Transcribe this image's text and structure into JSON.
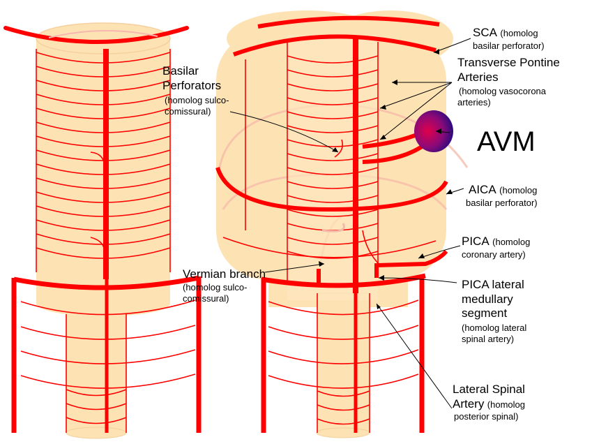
{
  "labels": {
    "basilar": {
      "main_line1": "Basilar",
      "main_line2": "Perforators",
      "sub_line1": "(homolog sulco-",
      "sub_line2": "comissural)"
    },
    "sca": {
      "main": "SCA",
      "sub_inline": "(homolog",
      "sub_line2": "basilar perforator)"
    },
    "transverse": {
      "line1": "Transverse Pontine",
      "line2": "Arteries",
      "sub_line1": "(homolog vasocorona",
      "sub_line2": "arteries)"
    },
    "avm": "AVM",
    "aica": {
      "main": "AICA",
      "sub_inline": "(homolog",
      "sub_line2": "basilar perforator)"
    },
    "pica": {
      "main": "PICA",
      "sub_inline": "(homolog",
      "sub_line2": "coronary artery)"
    },
    "vermian": {
      "main": "Vermian branch",
      "sub_line1": "(homolog sulco-",
      "sub_line2": "comissural)"
    },
    "pica_lateral": {
      "line1": "PICA lateral",
      "line2": "medullary",
      "line3": "segment",
      "sub_line1": "(homolog lateral",
      "sub_line2": "spinal artery)"
    },
    "lateral_spinal": {
      "line1": "Lateral Spinal",
      "main_line2": "Artery",
      "sub_inline": "(homolog",
      "sub_line2": "posterior spinal)"
    }
  },
  "colors": {
    "artery": "#ff0000",
    "tissue": "#fde3b4",
    "tissue_edge": "#f6c887",
    "avm_center": "#d4004f",
    "avm_edge": "#1a0a7a"
  },
  "icons": {
    "avm": "avm-blob"
  }
}
